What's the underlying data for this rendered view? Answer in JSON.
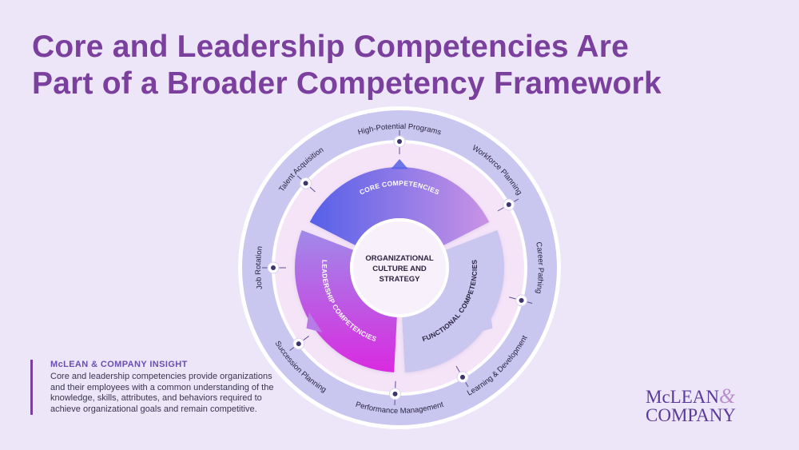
{
  "title": {
    "line1": "Core and Leadership Competencies Are",
    "line2": "Part of a Broader Competency Framework"
  },
  "diagram": {
    "center_lines": [
      "ORGANIZATIONAL",
      "CULTURE AND",
      "STRATEGY"
    ],
    "segments": [
      {
        "label": "CORE COMPETENCIES",
        "colors": [
          "#5560e8",
          "#c993e6"
        ]
      },
      {
        "label": "FUNCTIONAL COMPETENCIES",
        "colors": [
          "#c9c6ef",
          "#c9c6ef"
        ]
      },
      {
        "label": "LEADERSHIP COMPETENCIES",
        "colors": [
          "#a08ae8",
          "#d92ae0"
        ]
      }
    ],
    "outer_labels": [
      "High-Potential Programs",
      "Workforce Planning",
      "Career Pathing",
      "Learning & Development",
      "Performance Management",
      "Succession Planning",
      "Job Rotation",
      "Talent Acquisition"
    ],
    "colors": {
      "outer_ring": "#c9c6ef",
      "inner_ring": "#f5e4f8",
      "center": "#f8f0fa",
      "accent": "#7b3f9e"
    }
  },
  "insight": {
    "heading": "McLEAN & COMPANY INSIGHT",
    "body": "Core and leadership competencies provide organizations and their employees with a common understanding of the knowledge, skills, attributes, and behaviors required to achieve organizational goals and remain competitive."
  },
  "logo": {
    "line1": "McLEAN",
    "amp": "&",
    "line2": "COMPANY"
  }
}
